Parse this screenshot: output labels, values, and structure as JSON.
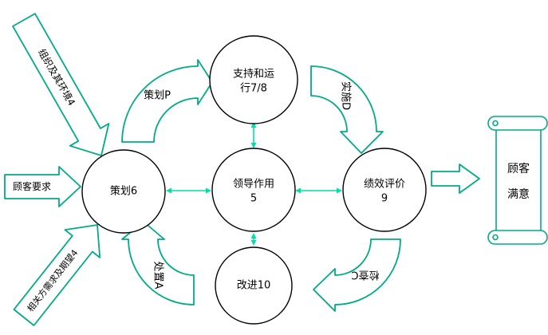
{
  "colors": {
    "arrow_outline": "#00ab87",
    "connector": "#00dfa6",
    "node_outline": "#000000",
    "text": "#000000",
    "background": "#ffffff"
  },
  "nodes": {
    "support": {
      "line1": "支持和运",
      "line2": "行7/8"
    },
    "leadership": {
      "line1": "领导作用",
      "line2": "5"
    },
    "planning": {
      "label": "策划6"
    },
    "evaluation": {
      "line1": "绩效评价",
      "line2": "9"
    },
    "improvement": {
      "label": "改进10"
    }
  },
  "inputs": {
    "environment": {
      "label": "组织及其环境4"
    },
    "customer": {
      "label": "顾客要求"
    },
    "stakeholders": {
      "label": "相关方需求及期望4"
    }
  },
  "cycle": {
    "plan": {
      "label": "策划P"
    },
    "do": {
      "label": "实施D"
    },
    "check": {
      "label": "检查C"
    },
    "act": {
      "label": "处置A"
    }
  },
  "output": {
    "line1": "顾客",
    "line2": "满意"
  }
}
